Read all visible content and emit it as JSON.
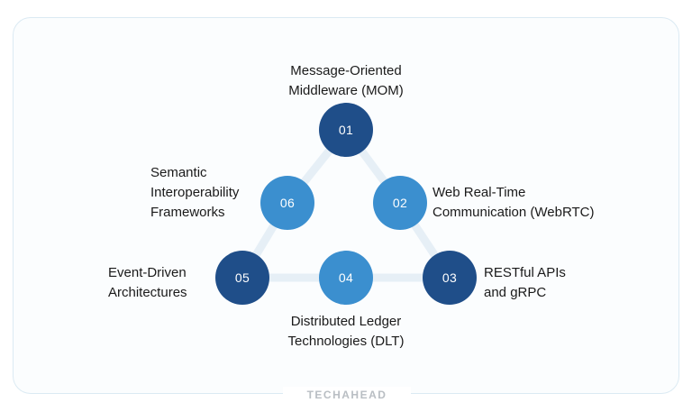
{
  "nodes": [
    {
      "number": "01",
      "label_lines": [
        "Message-Oriented",
        "Middleware (MOM)"
      ]
    },
    {
      "number": "02",
      "label_lines": [
        "Web Real-Time",
        "Communication (WebRTC)"
      ]
    },
    {
      "number": "03",
      "label_lines": [
        "RESTful APIs",
        "and gRPC"
      ]
    },
    {
      "number": "04",
      "label_lines": [
        "Distributed Ledger",
        "Technologies (DLT)"
      ]
    },
    {
      "number": "05",
      "label_lines": [
        "Event-Driven",
        "Architectures"
      ]
    },
    {
      "number": "06",
      "label_lines": [
        "Semantic",
        "Interoperability",
        "Frameworks"
      ]
    }
  ],
  "brand": "TECHAHEAD",
  "colors": {
    "dark_node": "#1f4e89",
    "light_node": "#3b8fcf",
    "connector": "#e6eff6",
    "frame_border": "#dbeaf3"
  }
}
